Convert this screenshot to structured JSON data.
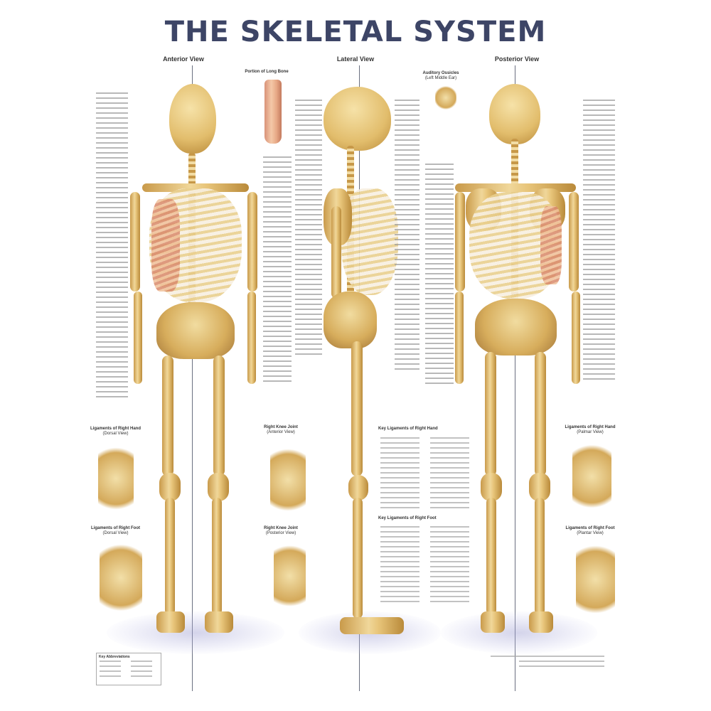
{
  "poster": {
    "title": "THE SKELETAL SYSTEM",
    "views": [
      {
        "id": "anterior",
        "heading": "Anterior View"
      },
      {
        "id": "lateral",
        "heading": "Lateral View"
      },
      {
        "id": "posterior",
        "heading": "Posterior View"
      }
    ],
    "insets": {
      "long_bone": {
        "heading": "Portion of Long Bone"
      },
      "auditory_ossicles": {
        "heading": "Auditory Ossicles",
        "sub": "(Left Middle Ear)"
      },
      "hand_left": {
        "heading": "Ligaments of Right Hand",
        "sub": "(Dorsal View)"
      },
      "foot_left": {
        "heading": "Ligaments of Right Foot",
        "sub": "(Dorsal View)"
      },
      "knee_anterior": {
        "heading": "Right Knee Joint",
        "sub": "(Anterior View)"
      },
      "knee_posterior": {
        "heading": "Right Knee Joint",
        "sub": "(Posterior View)"
      },
      "hand_right": {
        "heading": "Ligaments of Right Hand",
        "sub": "(Palmar View)"
      },
      "foot_right": {
        "heading": "Ligaments of Right Foot",
        "sub": "(Plantar View)"
      }
    },
    "keys": {
      "hand": {
        "heading": "Key Ligaments of Right Hand"
      },
      "foot": {
        "heading": "Key Ligaments of Right Foot"
      },
      "abbreviations": {
        "heading": "Key Abbreviations"
      }
    },
    "colors": {
      "title": "#3d4566",
      "bone": "#e8c57a",
      "muscle": "#d98a6c",
      "axis_line": "#6a6f80",
      "floor_shadow": "#b4b4dc"
    }
  }
}
